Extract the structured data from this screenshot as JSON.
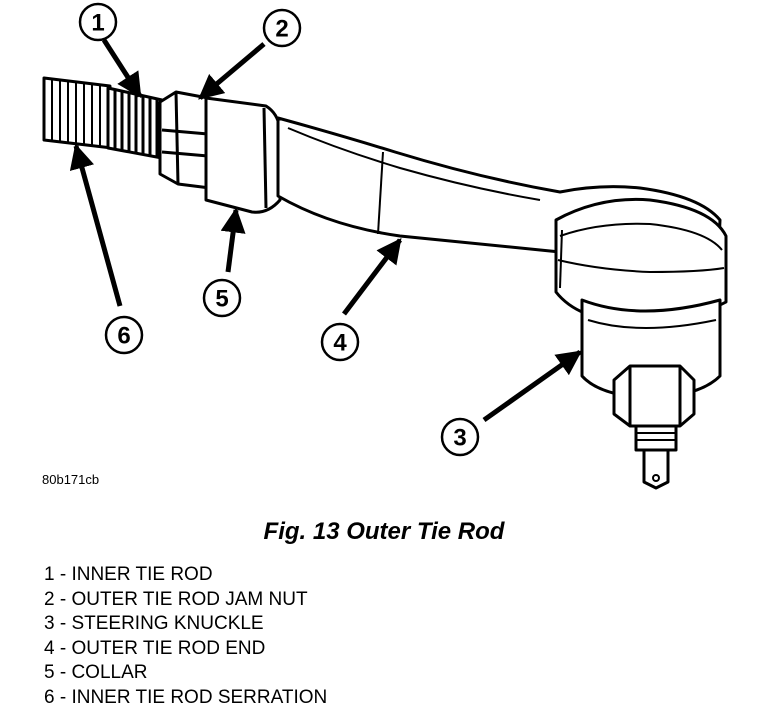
{
  "figure_code": "80b171cb",
  "caption": "Fig. 13 Outer Tie Rod",
  "callouts": [
    {
      "num": "1",
      "label": "1 - INNER TIE ROD"
    },
    {
      "num": "2",
      "label": "2 - OUTER TIE ROD JAM NUT"
    },
    {
      "num": "3",
      "label": "3 - STEERING KNUCKLE"
    },
    {
      "num": "4",
      "label": "4 - OUTER TIE ROD END"
    },
    {
      "num": "5",
      "label": "5 - COLLAR"
    },
    {
      "num": "6",
      "label": "6 - INNER TIE ROD SERRATION"
    }
  ]
}
